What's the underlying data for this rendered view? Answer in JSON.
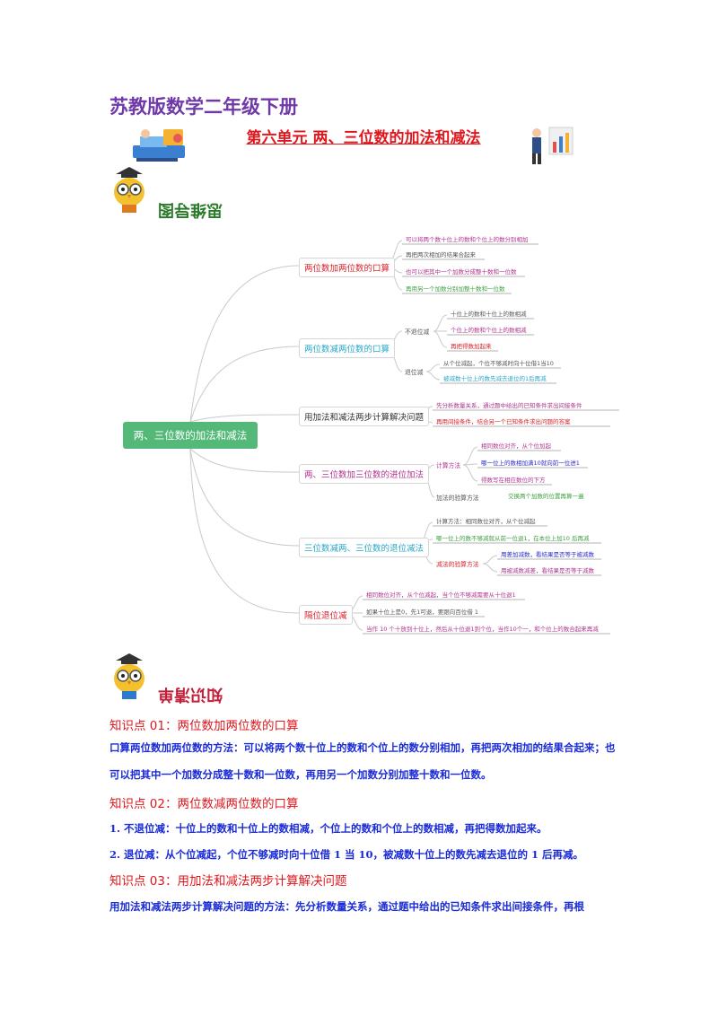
{
  "header": {
    "book_title": "苏教版数学二年级下册",
    "unit_title": "第六单元 两、三位数的加法和减法"
  },
  "sections": {
    "mindmap_title": "思维导图",
    "knowledge_title": "知识清单"
  },
  "mindmap": {
    "center": "两、三位数的加法和减法",
    "branches": [
      {
        "label": "两位数加两位数的口算",
        "color": "#d8232a",
        "leaves": [
          {
            "text": "可以将两个数十位上的数和个位上的数分别相加",
            "color": "#b0338f"
          },
          {
            "text": "再把两次相加的结果合起来",
            "color": "#555555"
          },
          {
            "text": "也可以把其中一个加数分成整十数和一位数",
            "color": "#b0338f"
          },
          {
            "text": "再用另一个加数分别加整十数和一位数",
            "color": "#3fa040"
          }
        ]
      },
      {
        "label": "两位数减两位数的口算",
        "color": "#2aa8c8",
        "subs": [
          {
            "label": "不退位减",
            "leaves": [
              {
                "text": "十位上的数和十位上的数相减",
                "color": "#555555"
              },
              {
                "text": "个位上的数和个位上的数相减",
                "color": "#b0338f"
              },
              {
                "text": "再把得数加起来",
                "color": "#d8232a"
              }
            ]
          },
          {
            "label": "退位减",
            "leaves": [
              {
                "text": "从个位减起，个位不够减时向十位借1当10",
                "color": "#555555"
              },
              {
                "text": "被减数十位上的数先减去退位的1后再减",
                "color": "#2aa8c8"
              }
            ]
          }
        ]
      },
      {
        "label": "用加法和减法两步计算解决问题",
        "color": "#333333",
        "leaves": [
          {
            "text": "先分析数量关系，通过题中给出的已知条件求出间接条件",
            "color": "#b0338f"
          },
          {
            "text": "再用间接条件，结合另一个已知条件求出问题的答案",
            "color": "#d8232a"
          }
        ]
      },
      {
        "label": "两、三位数加三位数的进位加法",
        "color": "#b0338f",
        "subs": [
          {
            "label": "计算方法",
            "leaves": [
              {
                "text": "相同数位对齐，从个位加起",
                "color": "#b0338f"
              },
              {
                "text": "哪一位上的数相加满10就向前一位进1",
                "color": "#2b2bd0"
              },
              {
                "text": "得数写在相应数位的下方",
                "color": "#b0338f"
              }
            ]
          },
          {
            "label": "加法的验算方法",
            "leaves": [
              {
                "text": "交换两个加数的位置再算一遍",
                "color": "#3fa040"
              }
            ]
          }
        ]
      },
      {
        "label": "三位数减两、三位数的退位减法",
        "color": "#2aa8c8",
        "subs": [
          {
            "label": "计算方法：相同数位对齐，从个位减起",
            "leaves": []
          },
          {
            "label": "哪一位上的数不够减就从前一位退1，在本位上加10 后再减",
            "leaves": []
          },
          {
            "label": "减法的验算方法",
            "leaves": [
              {
                "text": "用差加减数，看结果是否等于被减数",
                "color": "#2b2bd0"
              },
              {
                "text": "用被减数减差，看结果是否等于减数",
                "color": "#b0338f"
              }
            ]
          }
        ]
      },
      {
        "label": "隔位退位减",
        "color": "#d8232a",
        "leaves": [
          {
            "text": "相同数位对齐，从个位减起，当个位不够减需要从十位退1",
            "color": "#b0338f"
          },
          {
            "text": "如果十位上是0，先1可退，要跟向百位借 1",
            "color": "#555555"
          },
          {
            "text": "当作 10 个十放到十位上，然后从十位退1到个位，当作10个一，和个位上的数合起来再减",
            "color": "#b0338f"
          }
        ]
      }
    ]
  },
  "knowledge": [
    {
      "heading": "知识点 01：两位数加两位数的口算",
      "body": "口算两位数加两位数的方法：可以将两个数十位上的数和个位上的数分别相加，再把两次相加的结果合起来；也可以把其中一个加数分成整十数和一位数，再用另一个加数分别加整十数和一位数。"
    },
    {
      "heading": "知识点 02：两位数减两位数的口算",
      "items": [
        "1. 不退位减：十位上的数和十位上的数相减，个位上的数和个位上的数相减，再把得数加起来。",
        "2. 退位减：从个位减起，个位不够减时向十位借 1 当 10，被减数十位上的数先减去退位的 1 后再减。"
      ]
    },
    {
      "heading": "知识点 03：用加法和减法两步计算解决问题",
      "body": "用加法和减法两步计算解决问题的方法：先分析数量关系，通过题中给出的已知条件求出间接条件，再根"
    }
  ]
}
